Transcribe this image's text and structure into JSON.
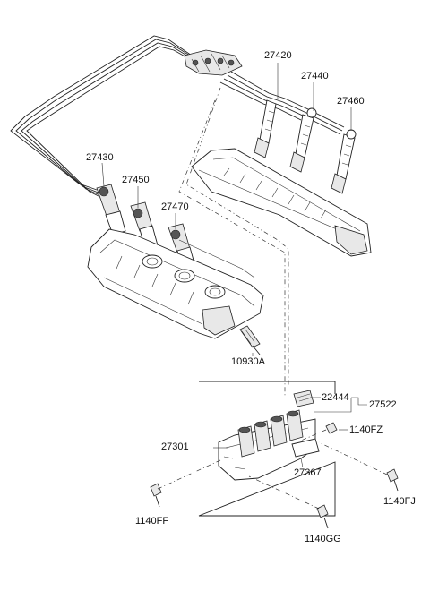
{
  "labels": {
    "p27420": "27420",
    "p27440": "27440",
    "p27460": "27460",
    "p27430": "27430",
    "p27450": "27450",
    "p27470": "27470",
    "p10930A": "10930A",
    "p22444": "22444",
    "p27522": "27522",
    "p1140FZ": "1140FZ",
    "p27301": "27301",
    "p27367": "27367",
    "p1140FJ": "1140FJ",
    "p1140FF": "1140FF",
    "p1140GG": "1140GG"
  }
}
